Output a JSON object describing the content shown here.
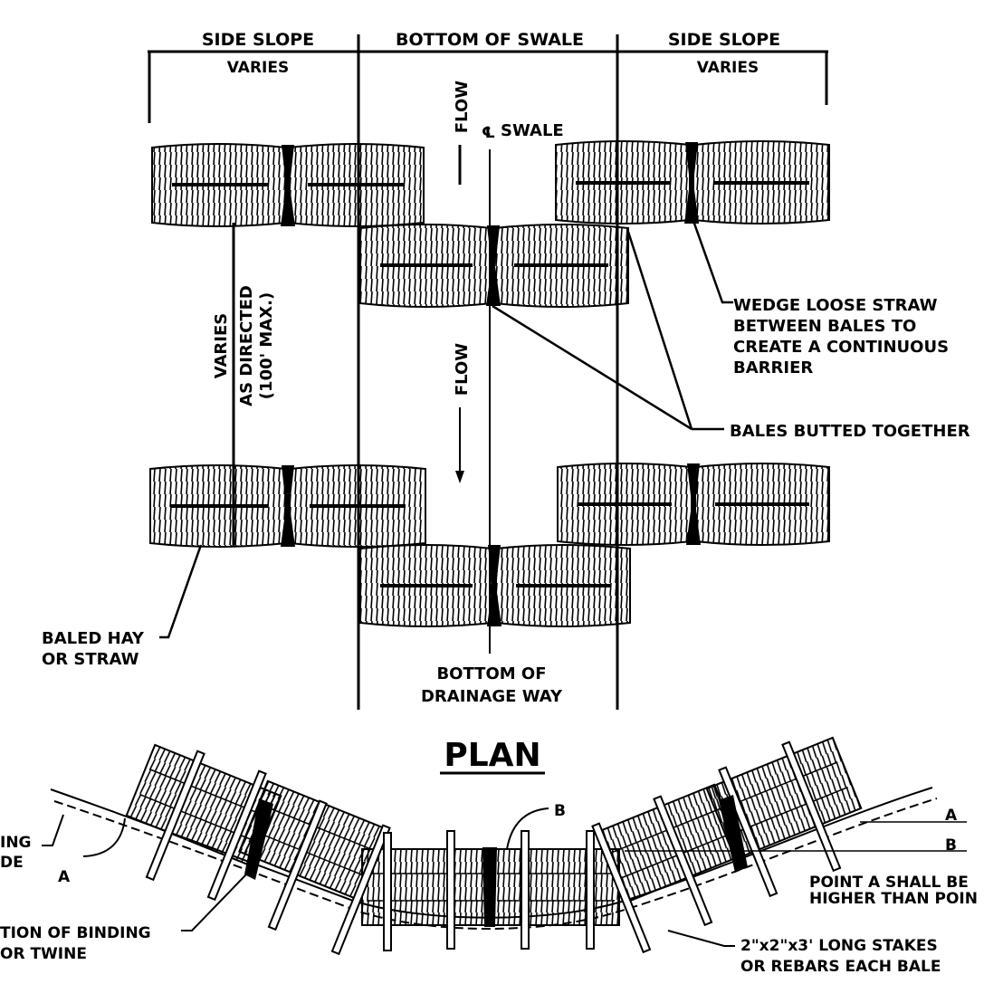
{
  "dimension": {
    "side_slope_left": "SIDE SLOPE",
    "side_slope_right": "SIDE SLOPE",
    "bottom_of_swale": "BOTTOM OF SWALE",
    "varies_left": "VARIES",
    "varies_right": "VARIES"
  },
  "plan": {
    "flow_top": "FLOW",
    "flow_mid": "FLOW",
    "cl_swale": "SWALE",
    "spacing_line1": "VARIES",
    "spacing_line2": "AS DIRECTED",
    "spacing_line3": "(100' MAX.)",
    "wedge_line1": "WEDGE LOOSE STRAW",
    "wedge_line2": "BETWEEN BALES TO",
    "wedge_line3": "CREATE A CONTINUOUS",
    "wedge_line4": "BARRIER",
    "butted": "BALES BUTTED TOGETHER",
    "baled_line1": "BALED HAY",
    "baled_line2": "OR STRAW",
    "bottom_line1": "BOTTOM OF",
    "bottom_line2": "DRAINAGE WAY",
    "title": "PLAN"
  },
  "section": {
    "existing_line1": "ING",
    "existing_line2": "DE",
    "label_a_left": "A",
    "label_b_top": "B",
    "label_a_right": "A",
    "label_b_right": "B",
    "point_line1": "POINT A SHALL BE",
    "point_line2": "HIGHER THAN POIN",
    "binding_line1": "TION OF BINDING",
    "binding_line2": "OR TWINE",
    "stakes_line1": "2\"x2\"x3' LONG STAKES",
    "stakes_line2": "OR REBARS EACH BALE"
  }
}
